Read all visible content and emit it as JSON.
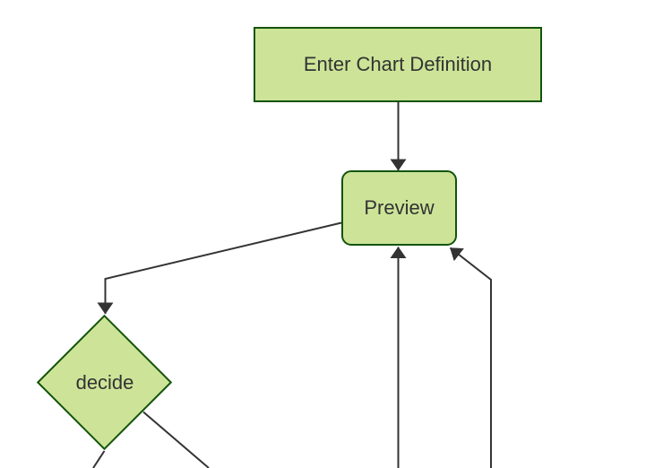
{
  "diagram": {
    "type": "flowchart",
    "direction": "top-down"
  },
  "theme": {
    "canvas-background": "#ffffff",
    "node-fill": "#cde498",
    "node-border": "#13540c",
    "edge-color": "#333333",
    "text-color": "#333333"
  },
  "nodes": {
    "enter_chart_definition": {
      "label": "Enter Chart Definition",
      "shape": "rectangle"
    },
    "preview": {
      "label": "Preview",
      "shape": "rounded-rectangle"
    },
    "decide": {
      "label": "decide",
      "shape": "diamond"
    }
  },
  "edges": [
    {
      "from": "enter_chart_definition",
      "to": "preview",
      "arrowhead": true
    },
    {
      "from": "preview",
      "to": "decide",
      "arrowhead": true
    },
    {
      "from": "decide",
      "to": "offscreen-bottom-left",
      "arrowhead": false
    },
    {
      "from": "decide",
      "to": "offscreen-bottom-right",
      "arrowhead": false
    },
    {
      "from": "offscreen-bottom-middle",
      "to": "preview",
      "arrowhead": true
    },
    {
      "from": "offscreen-bottom-right",
      "to": "preview",
      "arrowhead": true
    }
  ]
}
